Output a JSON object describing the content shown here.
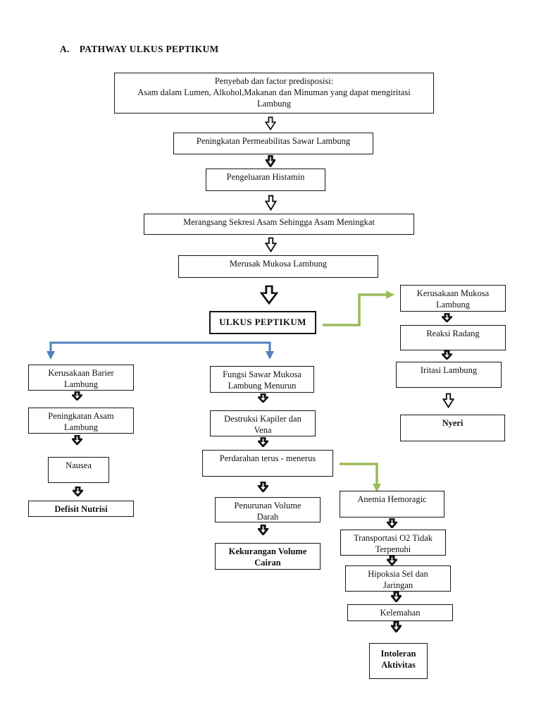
{
  "page": {
    "title_marker": "A.",
    "title": "PATHWAY ULKUS PEPTIKUM",
    "background": "#ffffff"
  },
  "colors": {
    "box_border": "#161616",
    "arrow_outline": "#111111",
    "arrow_fill": "#ffffff",
    "branch_blue": "#4f81bd",
    "branch_green": "#9bbb59"
  },
  "icons": {
    "down_arrow": "hollow-down-arrow",
    "blue_bracket": "split-branch-connector-with-two-down-arrowheads",
    "green_elbow_right": "elbow-connector-arrow-right",
    "green_elbow_down": "elbow-connector-arrow-down"
  },
  "nodes": {
    "penyebab": "Penyebab dan factor predisposisi:\nAsam dalam Lumen, Alkohol,Makanan dan Minuman yang dapat mengiritasi\nLambung",
    "peningkatan_permeabilitas": "Peningkatan Permeabilitas Sawar Lambung",
    "pengeluaran_histamin": "Pengeluaran Histamin",
    "merangsang_sekresi": "Merangsang Sekresi Asam Sehingga Asam Meningkat",
    "merusak_mukosa": "Merusak Mukosa Lambung",
    "ulkus_peptikum": "ULKUS PEPTIKUM",
    "kerusakaan_mukosa": "Kerusakaan Mukosa\nLambung",
    "reaksi_radang": "Reaksi Radang",
    "iritasi_lambung": "Iritasi Lambung",
    "nyeri": "Nyeri",
    "kerusakaan_barier": "Kerusakaan Barier\nLambung",
    "peningkatan_asam": "Peningkatan Asam\nLambung",
    "nausea": "Nausea",
    "defisit_nutrisi": "Defisit Nutrisi",
    "fungsi_sawar": "Fungsi Sawar Mukosa\nLambung Menurun",
    "destruksi_kapiler": "Destruksi Kapiler dan\nVena",
    "perdarahan": "Perdarahan terus - menerus",
    "penurunan_volume": "Penurunan Volume\nDarah",
    "kekurangan_volume": "Kekurangan Volume\nCairan",
    "anemia": "Anemia Hemoragic",
    "transportasi": "Transportasi O2 Tidak\nTerpenuhi",
    "hipoksia": "Hipoksia Sel dan\nJaringan",
    "kelemahan": "Kelemahan",
    "intoleran": "Intoleran\nAktivitas"
  }
}
